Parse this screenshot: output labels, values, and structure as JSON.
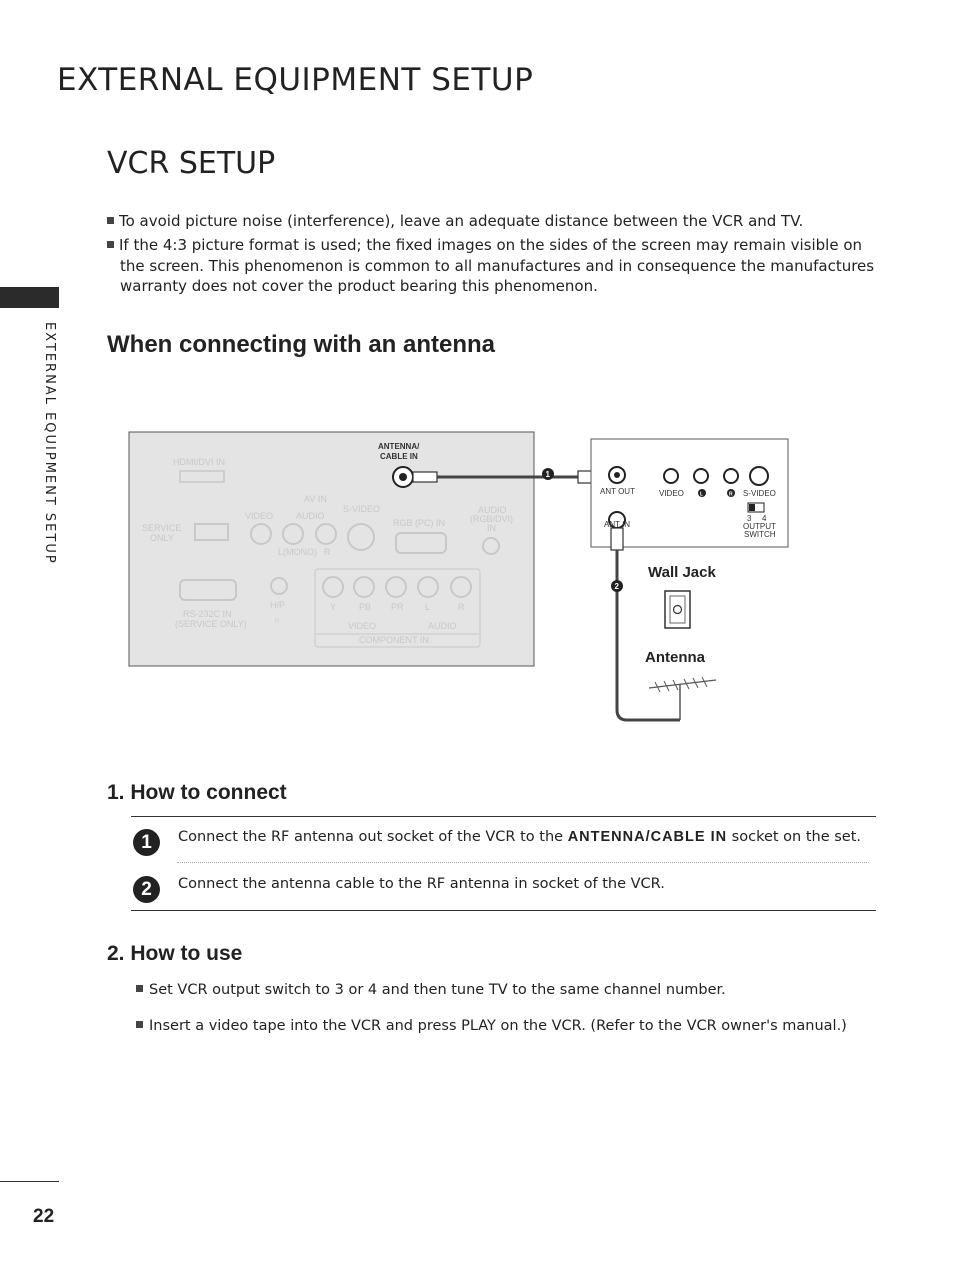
{
  "header": {
    "title": "EXTERNAL EQUIPMENT SETUP"
  },
  "section": {
    "title": "VCR SETUP"
  },
  "sidebar": {
    "label": "EXTERNAL EQUIPMENT SETUP"
  },
  "notes": [
    "To avoid picture noise (interference), leave an adequate distance between the VCR and TV.",
    "If the 4:3 picture format is used; the fixed images on the sides of the screen may remain visible on the screen. This phenomenon is common to all manufactures and in consequence the manufactures warranty does not cover the product bearing this phenomenon."
  ],
  "subsection": {
    "title": "When connecting with an antenna"
  },
  "diagram": {
    "tv_panel": {
      "hdmi": "HDMI/DVI IN",
      "antenna_l1": "ANTENNA/",
      "antenna_l2": "CABLE IN",
      "av_in": "AV IN",
      "video": "VIDEO",
      "audio": "AUDIO",
      "svideo": "S-VIDEO",
      "service_l1": "SERVICE",
      "service_l2": "ONLY",
      "lmono": "L(MONO)",
      "r": "R",
      "rgb": "RGB (PC) IN",
      "audio_rgb_l1": "AUDIO",
      "audio_rgb_l2": "(RGB/DVI)",
      "audio_rgb_l3": "IN",
      "rs232_l1": "RS-232C IN",
      "rs232_l2": "(SERVICE ONLY)",
      "hp": "H/P",
      "comp_y": "Y",
      "comp_pb": "PB",
      "comp_pr": "PR",
      "comp_l": "L",
      "comp_r": "R",
      "comp_video": "VIDEO",
      "comp_audio": "AUDIO",
      "component_in": "COMPONENT IN"
    },
    "vcr_panel": {
      "ant_out": "ANT OUT",
      "ant_in": "ANT IN",
      "video": "VIDEO",
      "l": "L",
      "r": "R",
      "svideo": "S-VIDEO",
      "output_l1": "OUTPUT",
      "output_l2": "SWITCH",
      "sw_3": "3",
      "sw_4": "4"
    },
    "wall_jack": "Wall Jack",
    "antenna": "Antenna",
    "marker_1": "1",
    "marker_2": "2"
  },
  "how_to_connect": {
    "title": "1. How to connect",
    "steps": [
      {
        "num": "1",
        "pre": "Connect the RF antenna out socket of the VCR to the ",
        "bold": "ANTENNA/CABLE IN",
        "post": " socket on the set."
      },
      {
        "num": "2",
        "text": "Connect the antenna cable to the RF antenna in socket of the VCR."
      }
    ]
  },
  "how_to_use": {
    "title": "2. How to use",
    "items": [
      "Set VCR output switch to 3 or 4 and then tune TV to the same channel number.",
      "Insert a video tape into the VCR and press PLAY on the VCR. (Refer to the VCR owner's manual.)"
    ]
  },
  "footer": {
    "page": "22"
  }
}
